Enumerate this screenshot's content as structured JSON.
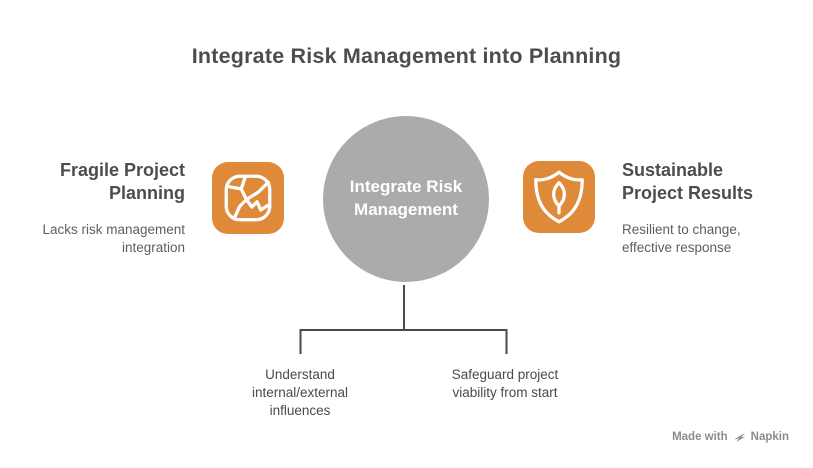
{
  "title": "Integrate Risk Management into Planning",
  "center": {
    "label": "Integrate Risk\nManagement"
  },
  "left": {
    "heading": "Fragile Project\nPlanning",
    "description": "Lacks risk management\nintegration",
    "icon": "cracked-glass-icon"
  },
  "right": {
    "heading": "Sustainable\nProject Results",
    "description": "Resilient to change,\neffective response",
    "icon": "shield-leaf-icon"
  },
  "branches": [
    {
      "label": "Understand\ninternal/external\ninfluences"
    },
    {
      "label": "Safeguard project\nviability from start"
    }
  ],
  "watermark": {
    "prefix": "Made with",
    "brand": "Napkin"
  },
  "colors": {
    "accent_orange": "#de8a38",
    "circle_gray": "#ababab",
    "text_dark": "#4d4d4d",
    "text_muted": "#5e5e5e",
    "connector_line": "#4a4a4a",
    "watermark_gray": "#8c8c8c"
  }
}
